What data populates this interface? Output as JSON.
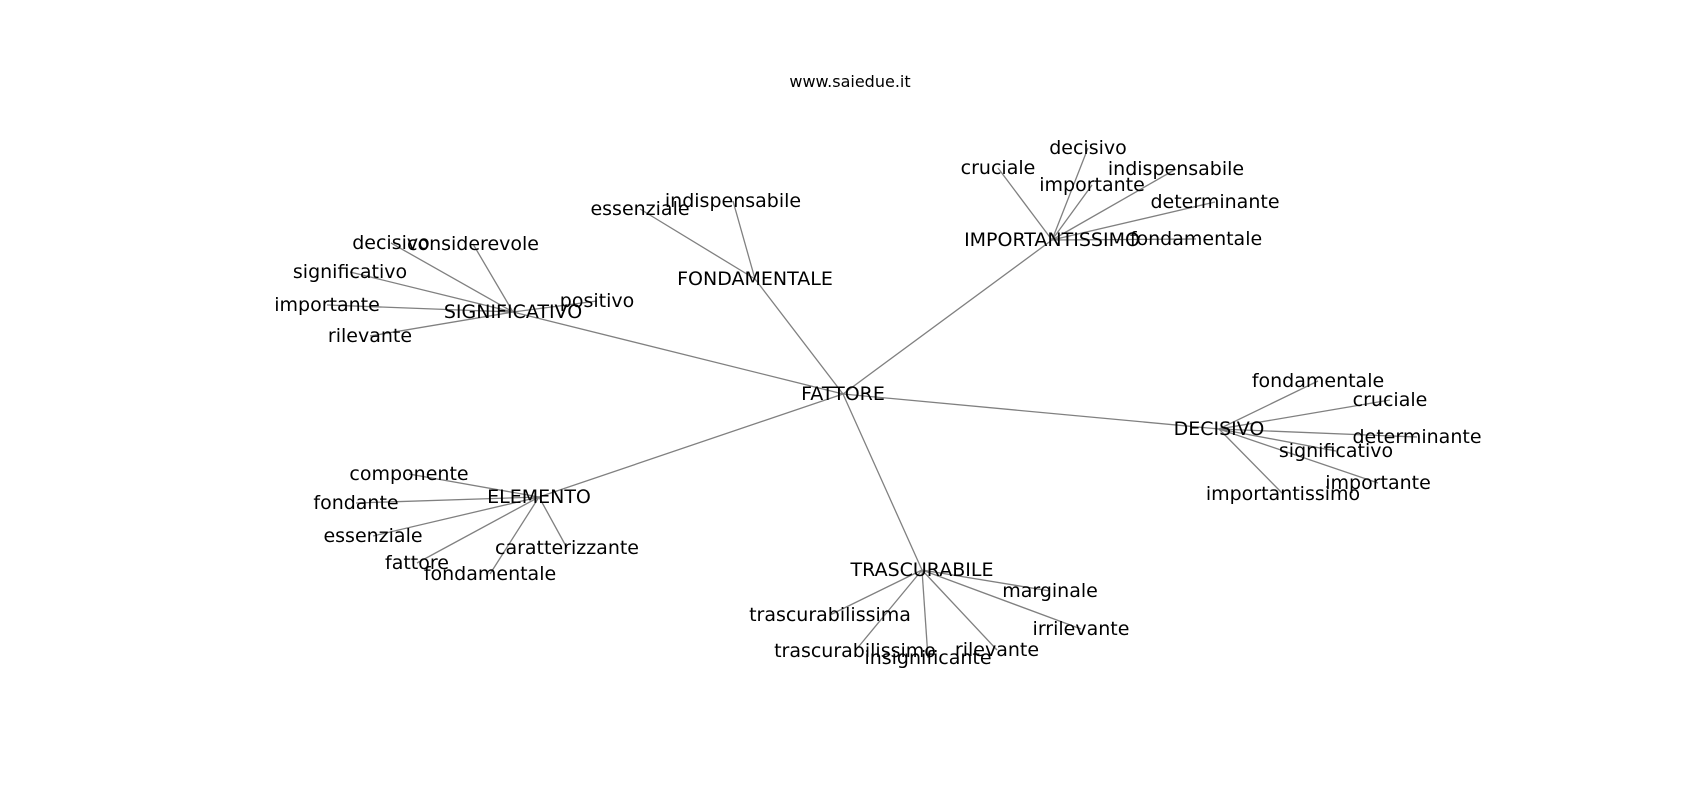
{
  "site_title": "www.saiedue.it",
  "colors": {
    "edge": "#808080",
    "text": "#000000",
    "background": "#ffffff"
  },
  "graph": {
    "root": "FATTORE",
    "branches": [
      {
        "hub": "IMPORTANTISSIMO",
        "leaves": [
          "cruciale",
          "decisivo",
          "importante",
          "indispensabile",
          "determinante",
          "fondamentale"
        ]
      },
      {
        "hub": "FONDAMENTALE",
        "leaves": [
          "essenziale",
          "indispensabile"
        ]
      },
      {
        "hub": "SIGNIFICATIVO",
        "leaves": [
          "decisivo",
          "considerevole",
          "significativo",
          "importante",
          "rilevante",
          "positivo"
        ]
      },
      {
        "hub": "DECISIVO",
        "leaves": [
          "fondamentale",
          "cruciale",
          "determinante",
          "significativo",
          "importante",
          "importantissimo"
        ]
      },
      {
        "hub": "ELEMENTO",
        "leaves": [
          "componente",
          "fondante",
          "essenziale",
          "fattore",
          "fondamentale",
          "caratterizzante"
        ]
      },
      {
        "hub": "TRASCURABILE",
        "leaves": [
          "marginale",
          "trascurabilissima",
          "irrilevante",
          "trascurabilissimo",
          "insignificante",
          "rilevante"
        ]
      }
    ]
  }
}
